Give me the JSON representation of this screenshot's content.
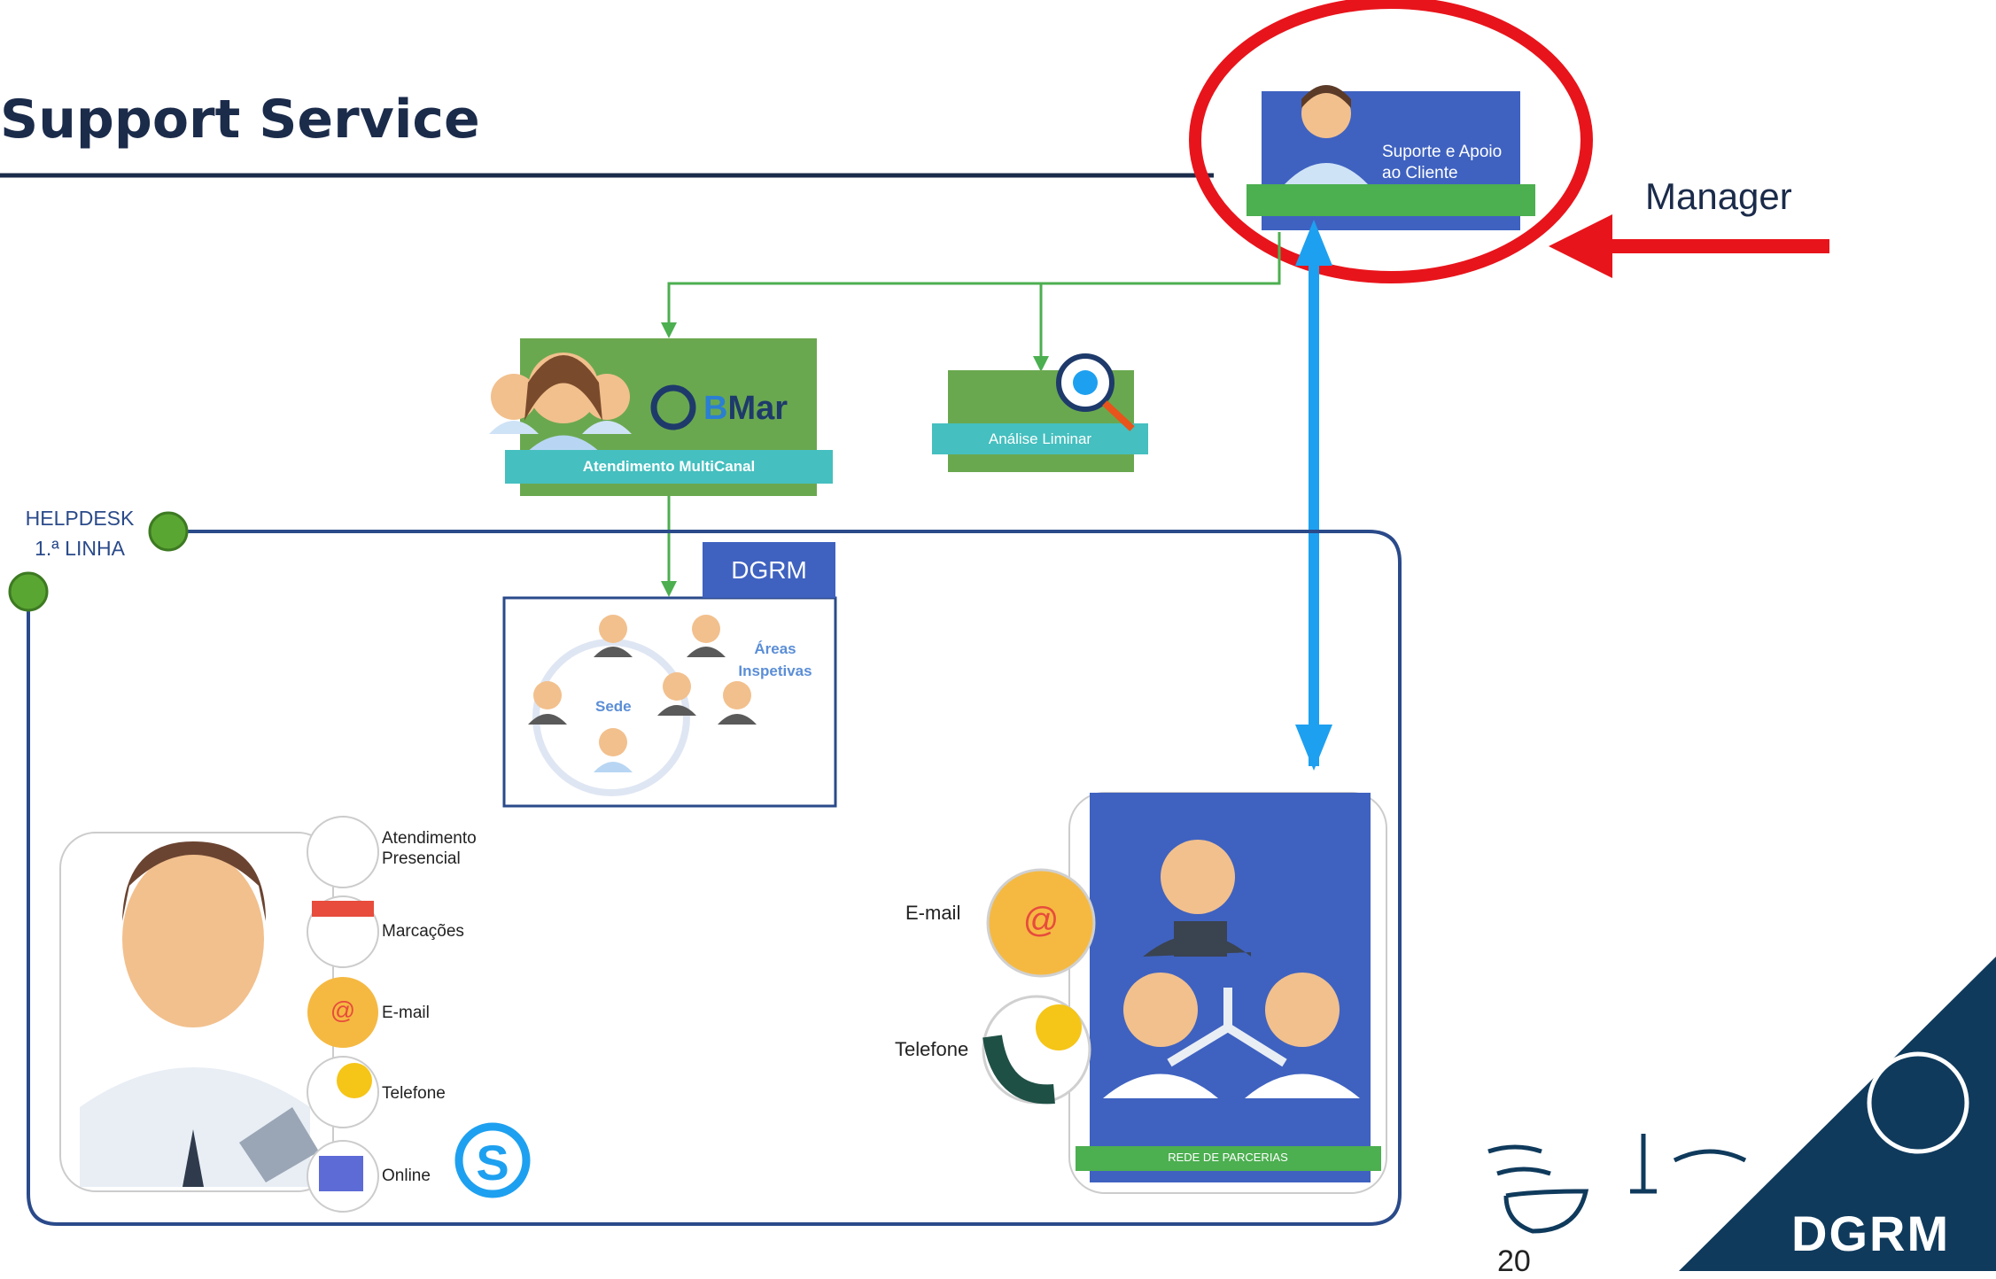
{
  "title": "Support Service",
  "manager_label": "Manager",
  "top_box": {
    "label_line1": "Suporte e Apoio",
    "label_line2": "ao Cliente"
  },
  "atendimento": {
    "brand_prefix": "B",
    "brand_suffix": "Mar",
    "banner": "Atendimento MultiCanal"
  },
  "analise": {
    "banner": "Análise Liminar"
  },
  "helpdesk": {
    "line1": "HELPDESK",
    "line2": "1.ª LINHA"
  },
  "dgrm_box": {
    "tab": "DGRM",
    "sede": "Sede",
    "areas_line1": "Áreas",
    "areas_line2": "Inspetivas"
  },
  "channels": [
    {
      "line1": "Atendimento",
      "line2": "Presencial"
    },
    {
      "line1": "Marcações",
      "line2": ""
    },
    {
      "line1": "E-mail",
      "line2": ""
    },
    {
      "line1": "Telefone",
      "line2": ""
    },
    {
      "line1": "Online",
      "line2": ""
    }
  ],
  "partners": {
    "email": "E-mail",
    "phone": "Telefone",
    "banner": "REDE DE PARCERIAS"
  },
  "page_number": "20",
  "logo_text": "DGRM",
  "colors": {
    "navy": "#1b2b4a",
    "green": "#6aa84f",
    "teal": "#45bfbf",
    "blue": "#3f62c0",
    "arrow_blue": "#1ea0f0",
    "red": "#e8141b"
  }
}
